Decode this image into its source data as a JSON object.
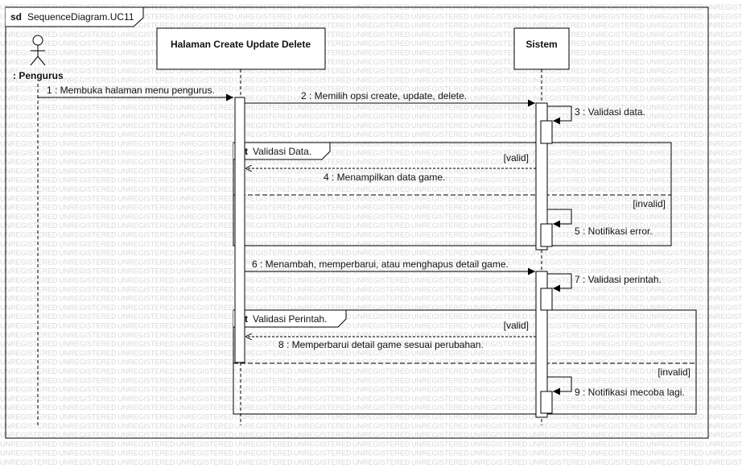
{
  "frame": {
    "keyword": "sd",
    "name": "SequenceDiagram.UC11"
  },
  "watermark_text": "UNREGISTERED",
  "actor": {
    "name": ": Pengurus"
  },
  "lifelines": {
    "ui": {
      "name": "Halaman Create Update Delete"
    },
    "system": {
      "name": "Sistem"
    }
  },
  "messages": [
    {
      "label": "1 : Membuka halaman menu pengurus."
    },
    {
      "label": "2 : Memilih opsi create, update, delete."
    },
    {
      "label": "3 : Validasi data."
    },
    {
      "label": "4 : Menampilkan data game."
    },
    {
      "label": "5 : Notifikasi error."
    },
    {
      "label": "6 : Menambah, memperbarui, atau menghapus detail game."
    },
    {
      "label": "7 : Validasi perintah."
    },
    {
      "label": "8 : Memperbarui detail game sesuai perubahan."
    },
    {
      "label": "9 : Notifikasi mecoba lagi."
    }
  ],
  "fragments": [
    {
      "operator": "alt",
      "name": "Validasi Data.",
      "guard1": "[valid]",
      "guard2": "[invalid]"
    },
    {
      "operator": "alt",
      "name": "Validasi Perintah.",
      "guard1": "[valid]",
      "guard2": "[invalid]"
    }
  ]
}
